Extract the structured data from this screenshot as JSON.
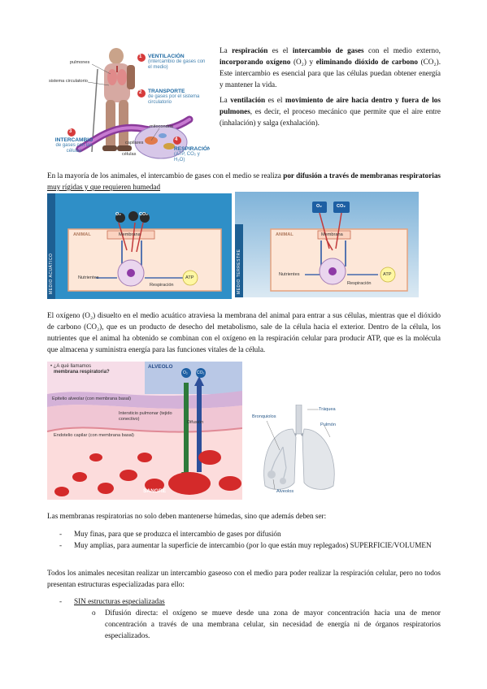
{
  "p1": {
    "t1_pre": "La ",
    "t1_b1": "respiración",
    "t1_mid1": " es el ",
    "t1_b2": "intercambio de gases",
    "t1_mid2": " con el medio externo, ",
    "t1_b3": "incorporando oxígeno",
    "t1_mid3": " (O₂) y ",
    "t1_b4": "eliminando dióxido de carbono",
    "t1_post": " (CO₂). Este intercambio es esencial para que las células puedan obtener energía y mantener la vida."
  },
  "p2": {
    "t_pre": "La ",
    "t_b1": "ventilación",
    "t_mid1": " es el ",
    "t_b2": "movimiento de aire hacia dentro y fuera de los pulmones",
    "t_post": ", es decir, el proceso mecánico que permite que el aire entre (inhalación) y salga (exhalación)."
  },
  "fig1": {
    "pulmones": "pulmones",
    "sistema": "sistema circulatorio",
    "step1_num": "1",
    "step1_title": "VENTILACIÓN",
    "step1_sub": "(intercambio de gases con el medio)",
    "step2_num": "2",
    "step2_title": "TRANSPORTE",
    "step2_sub": "de gases por el sistema circulatorio",
    "step3_num": "3",
    "step3_title": "INTERCAMBIO",
    "step3_sub": "de gases con las células",
    "step4_num": "4",
    "step4_title": "RESPIRACIÓN",
    "step4_sub": "(ATP, CO₂ y H₂O)",
    "mitocondria": "mitocondria",
    "capilares": "capilares",
    "celulas": "células"
  },
  "p3": {
    "t_pre": "En la mayoría de los animales, el intercambio de gases con el medio se realiza ",
    "t_b1": "por difusión a través de membranas respiratorias",
    "t_u1": " muy rígidas y que requieren humedad"
  },
  "fig2": {
    "o2": "O₂",
    "co2": "CO₂",
    "animal": "ANIMAL",
    "membrana": "Membrana",
    "nutrientes": "Nutrientes",
    "respiracion": "Respiración",
    "atp": "ATP",
    "side": "MEDIO ACUÁTICO"
  },
  "fig3": {
    "o2": "O₂",
    "co2": "CO₂",
    "animal": "ANIMAL",
    "membrana": "Membrana",
    "nutrientes": "Nutrientes",
    "respiracion": "Respiración",
    "atp": "ATP",
    "side": "MEDIO TERRESTRE"
  },
  "p4": {
    "text": "El oxígeno (O₂) disuelto en el medio acuático atraviesa la membrana del animal para entrar a sus células, mientras que el dióxido de carbono (CO₂), que es un producto de desecho del metabolismo, sale de la célula hacia el exterior. Dentro de la célula, los nutrientes que el animal ha obtenido se combinan con el oxígeno en la respiración celular para producir ATP, que es la molécula que almacena y suministra energía para las funciones vitales de la célula."
  },
  "fig4": {
    "q1": "• ¿A qué llamamos",
    "q2": "membrana respiratoria?",
    "alveolo": "ALVEOLO",
    "o2": "O₂",
    "co2": "CO₂",
    "epitelio": "Epitelio alveolar (con membrana basal)",
    "intersticio": "Intersticio pulmonar (tejido conectivo)",
    "difusion": "Difusión",
    "endotelio": "Endotelio capilar (con membrana basal)",
    "sangre": "SANGRE"
  },
  "fig5": {
    "traquea": "Tráquea",
    "bronquiolos": "Bronquiolos",
    "pulmon": "Pulmón",
    "alveolos": "Alveolos"
  },
  "p5": {
    "text": "Las membranas respiratorias no solo deben mantenerse húmedas, sino que además deben ser:"
  },
  "list1": [
    "Muy finas, para que se produzca el intercambio de gases por difusión",
    "Muy amplias, para aumentar la superficie de intercambio (por lo que están muy replegados) SUPERFICIE/VOLUMEN"
  ],
  "p6": {
    "text": "Todos los animales necesitan realizar un intercambio gaseoso con el medio para poder realizar la respiración celular, pero no todos presentan estructuras especializadas para ello:"
  },
  "list2": {
    "item": "SIN estructuras especializadas",
    "sub_bullet": "o",
    "sub": "Difusión directa: el oxígeno se mueve desde una zona de mayor concentración hacia una de menor concentración a través de una membrana celular, sin necesidad de energía ni de órganos respiratorios especializados."
  }
}
